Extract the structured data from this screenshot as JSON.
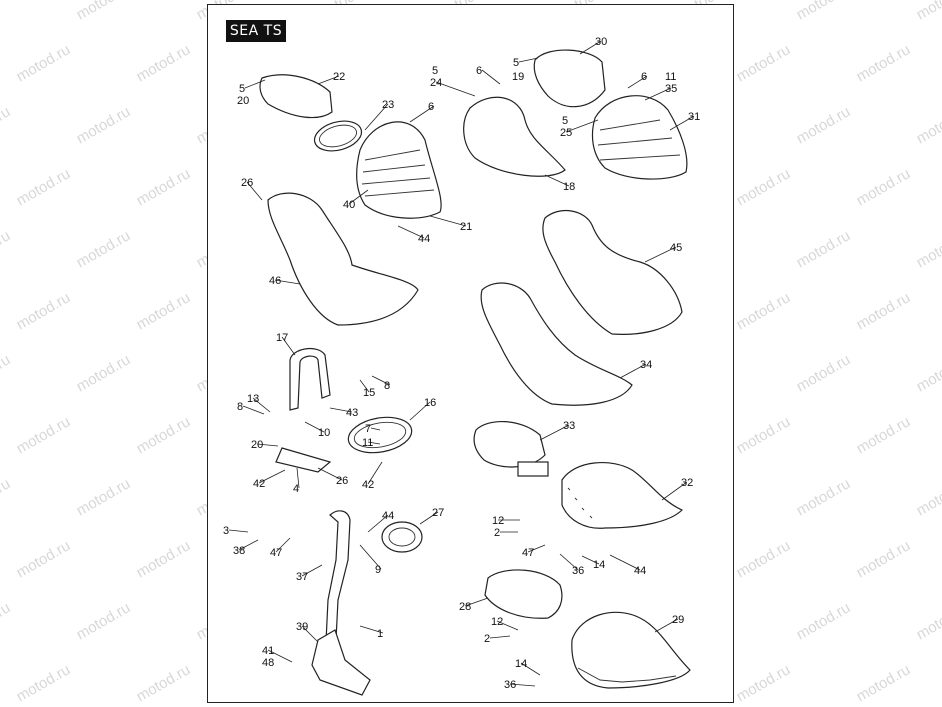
{
  "title": "SEA TS",
  "watermark_text": "motod.ru",
  "callouts": [
    {
      "id": "c1",
      "text": "5"
    },
    {
      "id": "c2",
      "text": "20"
    },
    {
      "id": "c3",
      "text": "22"
    },
    {
      "id": "c4",
      "text": "5"
    },
    {
      "id": "c5",
      "text": "24"
    },
    {
      "id": "c6",
      "text": "23"
    },
    {
      "id": "c7",
      "text": "6"
    },
    {
      "id": "c8",
      "text": "6"
    },
    {
      "id": "c9",
      "text": "19"
    },
    {
      "id": "c10",
      "text": "5"
    },
    {
      "id": "c11",
      "text": "30"
    },
    {
      "id": "c12",
      "text": "6"
    },
    {
      "id": "c13",
      "text": "11"
    },
    {
      "id": "c14",
      "text": "35"
    },
    {
      "id": "c15",
      "text": "5"
    },
    {
      "id": "c16",
      "text": "25"
    },
    {
      "id": "c17",
      "text": "31"
    },
    {
      "id": "c18",
      "text": "18"
    },
    {
      "id": "c19",
      "text": "40"
    },
    {
      "id": "c20",
      "text": "21"
    },
    {
      "id": "c21",
      "text": "44"
    },
    {
      "id": "c22",
      "text": "26"
    },
    {
      "id": "c23",
      "text": "46"
    },
    {
      "id": "c24",
      "text": "45"
    },
    {
      "id": "c25",
      "text": "34"
    },
    {
      "id": "c26",
      "text": "17"
    },
    {
      "id": "c27",
      "text": "15"
    },
    {
      "id": "c28",
      "text": "8"
    },
    {
      "id": "c29",
      "text": "13"
    },
    {
      "id": "c30",
      "text": "8"
    },
    {
      "id": "c31",
      "text": "43"
    },
    {
      "id": "c32",
      "text": "10"
    },
    {
      "id": "c33",
      "text": "16"
    },
    {
      "id": "c34",
      "text": "7"
    },
    {
      "id": "c35",
      "text": "11"
    },
    {
      "id": "c36",
      "text": "20"
    },
    {
      "id": "c37",
      "text": "42"
    },
    {
      "id": "c38",
      "text": "4"
    },
    {
      "id": "c39",
      "text": "26"
    },
    {
      "id": "c40",
      "text": "42"
    },
    {
      "id": "c41",
      "text": "33"
    },
    {
      "id": "c42",
      "text": "32"
    },
    {
      "id": "c43",
      "text": "12"
    },
    {
      "id": "c44",
      "text": "2"
    },
    {
      "id": "c45",
      "text": "3"
    },
    {
      "id": "c46",
      "text": "38"
    },
    {
      "id": "c47",
      "text": "47"
    },
    {
      "id": "c48",
      "text": "44"
    },
    {
      "id": "c49",
      "text": "27"
    },
    {
      "id": "c50",
      "text": "9"
    },
    {
      "id": "c51",
      "text": "37"
    },
    {
      "id": "c52",
      "text": "47"
    },
    {
      "id": "c53",
      "text": "36"
    },
    {
      "id": "c54",
      "text": "14"
    },
    {
      "id": "c55",
      "text": "44"
    },
    {
      "id": "c56",
      "text": "28"
    },
    {
      "id": "c57",
      "text": "12"
    },
    {
      "id": "c58",
      "text": "2"
    },
    {
      "id": "c59",
      "text": "39"
    },
    {
      "id": "c60",
      "text": "1"
    },
    {
      "id": "c61",
      "text": "29"
    },
    {
      "id": "c62",
      "text": "41"
    },
    {
      "id": "c63",
      "text": "48"
    },
    {
      "id": "c64",
      "text": "14"
    },
    {
      "id": "c65",
      "text": "36"
    }
  ]
}
